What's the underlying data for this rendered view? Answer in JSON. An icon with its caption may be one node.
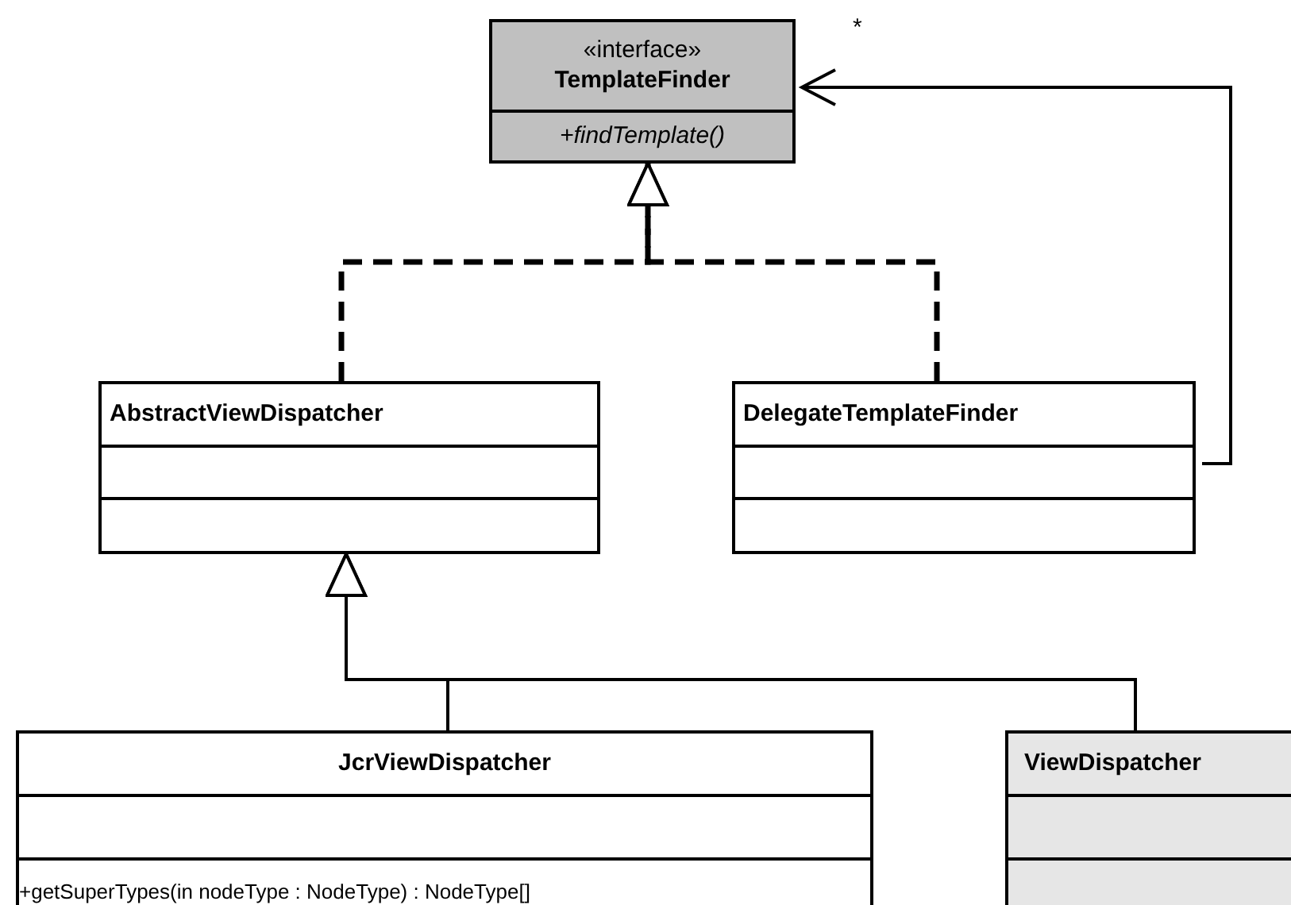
{
  "diagram": {
    "nodes": [
      {
        "text": [
          "«interface»",
          "TemplateFinder",
          "+findTemplate()"
        ]
      },
      {
        "text": [
          "AbstractViewDispatcher"
        ]
      },
      {
        "text": [
          "DelegateTemplateFinder"
        ]
      },
      {
        "text": [
          "JcrViewDispatcher",
          "+getSuperTypes(in nodeType : NodeType) : NodeType[]"
        ]
      },
      {
        "text": [
          "ViewDispatcher"
        ]
      }
    ],
    "edges": [
      {
        "from": 1,
        "to": 0,
        "arrow": "to",
        "style": "dashed"
      },
      {
        "from": 2,
        "to": 0,
        "arrow": "to",
        "style": "dashed"
      },
      {
        "from": 2,
        "to": 0,
        "arrow": "to",
        "label": "*"
      },
      {
        "from": 3,
        "to": 1,
        "arrow": "to"
      },
      {
        "from": 4,
        "to": 1,
        "arrow": "to"
      }
    ]
  }
}
